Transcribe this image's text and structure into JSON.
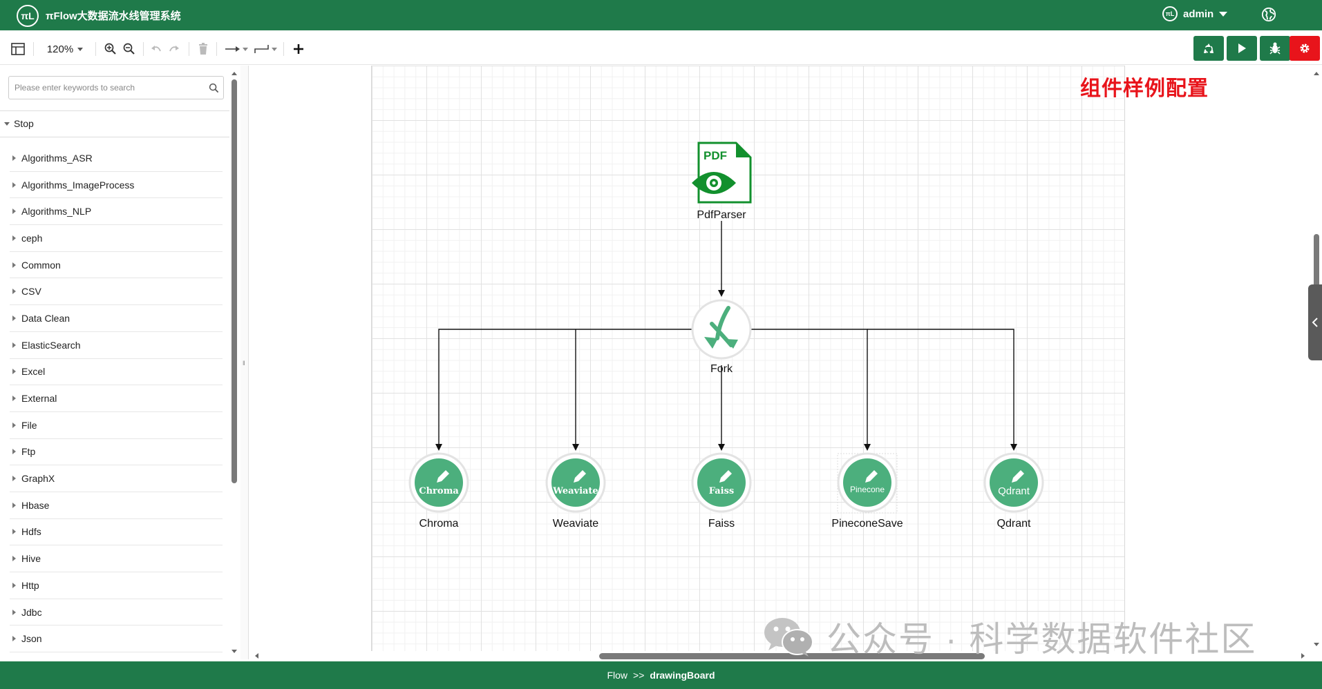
{
  "header": {
    "logo_text": "πL",
    "title": "πFlow大数据流水线管理系统",
    "user_icon_text": "πL",
    "user_name": "admin",
    "globe_icon": "globe-icon"
  },
  "toolbar": {
    "zoom": "120%",
    "actions": [
      {
        "name": "recycle",
        "icon": "recycle-icon",
        "color": "#1f7a4a"
      },
      {
        "name": "run",
        "icon": "play-icon",
        "color": "#1f7a4a"
      },
      {
        "name": "debug",
        "icon": "bug-icon",
        "color": "#1f7a4a"
      },
      {
        "name": "settings",
        "icon": "gear-icon",
        "color": "#e8141b"
      }
    ]
  },
  "sidebar": {
    "search_placeholder": "Please enter keywords to search",
    "group": "Stop",
    "categories": [
      "Algorithms_ASR",
      "Algorithms_ImageProcess",
      "Algorithms_NLP",
      "ceph",
      "Common",
      "CSV",
      "Data Clean",
      "ElasticSearch",
      "Excel",
      "External",
      "File",
      "Ftp",
      "GraphX",
      "Hbase",
      "Hdfs",
      "Hive",
      "Http",
      "Jdbc",
      "Json"
    ]
  },
  "canvas": {
    "note": "组件样例配置",
    "pdf_badge": "PDF",
    "nodes": {
      "pdfparser": "PdfParser",
      "fork": "Fork",
      "chroma": "Chroma",
      "weaviate": "Weaviate",
      "faiss": "Faiss",
      "pineconesave": "PineconeSave",
      "qdrant": "Qdrant"
    },
    "node_icon_titles": {
      "chroma": "Chroma",
      "weaviate": "Weaviate",
      "faiss": "Faiss",
      "pineconesave": "Pinecone",
      "qdrant": "Qdrant"
    }
  },
  "watermark": "公众号 · 科学数据软件社区",
  "footer": {
    "crumb1": "Flow",
    "sep": ">>",
    "crumb2": "drawingBoard"
  },
  "colors": {
    "brand": "#1f7a4a",
    "node_green": "#4caf7d",
    "note_red": "#e8141b"
  }
}
